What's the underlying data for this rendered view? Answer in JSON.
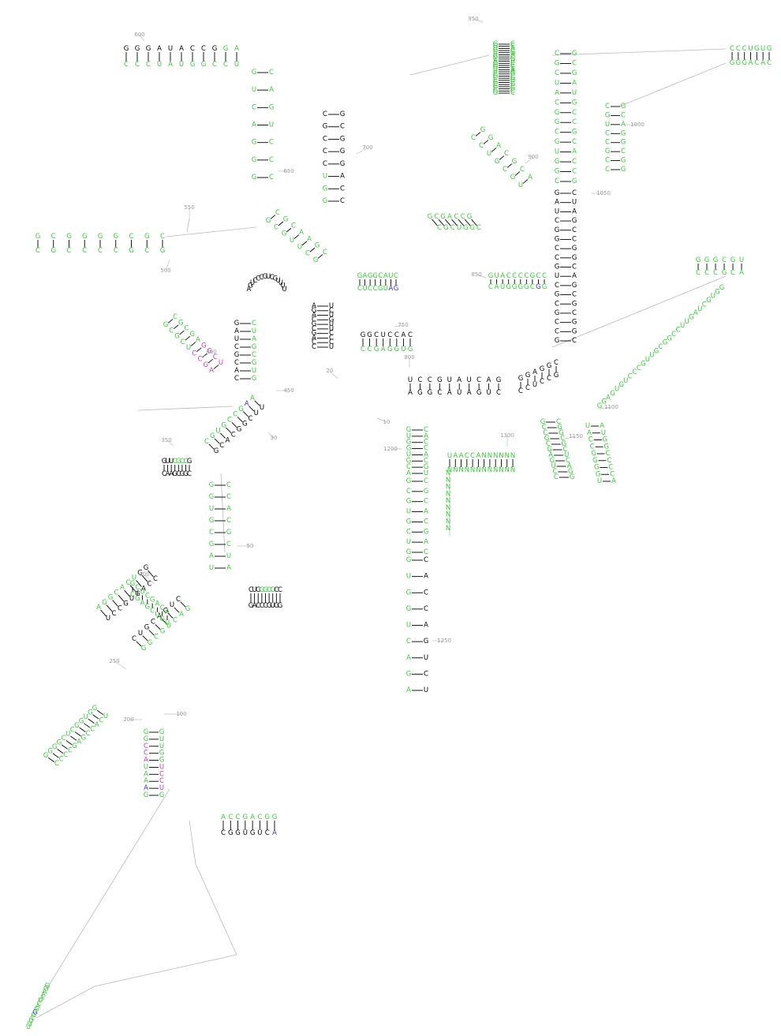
{
  "colors": {
    "default": "#000000",
    "green": "#33cc33",
    "blue": "#3333cc",
    "magenta": "#cc33cc",
    "pos_label": "#9a9a9a",
    "backbone": "#b9b9b9"
  },
  "position_labels": [
    "10",
    "20",
    "30",
    "50",
    "100",
    "200",
    "250",
    "300",
    "350",
    "400",
    "450",
    "500",
    "550",
    "600",
    "650",
    "700",
    "750",
    "800",
    "850",
    "900",
    "950",
    "1000",
    "1050",
    "1100",
    "1150",
    "1200",
    "1250",
    "1300"
  ],
  "strands": [
    {
      "id": "h1_tail_left",
      "seq": "UUUCGGGACUAAAGG",
      "colors": "gggggbggggggggg"
    },
    {
      "id": "h1_tail_right",
      "seq": "AGUCCCGUCGUUUU",
      "colors": "kkkkkkkkkkkkkk"
    },
    {
      "id": "h5_5p",
      "seq": "GGCCAUAAAG",
      "colors": "ggmmmgggbg"
    },
    {
      "id": "h5_3p",
      "seq": "GUUGGUCCUG",
      "colors": "gggggmmmmg"
    },
    {
      "id": "h7_5p",
      "seq": "ACCGACGG",
      "colors": "gggggggg"
    },
    {
      "id": "h7_3p",
      "seq": "CGGUGUCA",
      "colors": "kkkkkkkb"
    },
    {
      "id": "h8_5p",
      "seq": "GGGGCUCGGUGG",
      "colors": "gggggggggggg"
    },
    {
      "id": "h8_3p",
      "seq": "CCCCGAGCCACU",
      "colors": "gggggggggggg"
    },
    {
      "id": "h9_5p",
      "seq": "CUGCAGUC",
      "colors": "kkkkkkkk"
    },
    {
      "id": "h9_3p",
      "seq": "GGCGUCAG",
      "colors": "gggggggg"
    },
    {
      "id": "h10_5p",
      "seq": "AGGCACUGG",
      "colors": "gggggggkk"
    },
    {
      "id": "h10_3p",
      "seq": "UCCGUGACC",
      "colors": "kkkkkkkkk"
    },
    {
      "id": "h11_5p",
      "seq": "GCUCGACA",
      "colors": "gggggggg"
    },
    {
      "id": "h11_3p",
      "seq": "CGAGCUGU",
      "colors": "gggggggg"
    },
    {
      "id": "h12_5p",
      "seq": "GGUGCGAU",
      "colors": "gggggggg"
    },
    {
      "id": "h12_3p",
      "seq": "CCACGCUA",
      "colors": "gggggggg"
    },
    {
      "id": "h13_5p",
      "seq": "CUGGGCGCC",
      "colors": "kkkggggkk"
    },
    {
      "id": "h13_3p",
      "seq": "GACCCGUGG",
      "colors": "kkkkkkkkk"
    },
    {
      "id": "h14_5p",
      "seq": "GUUCGCCG",
      "colors": "kkkggggk"
    },
    {
      "id": "h14_3p",
      "seq": "CAAGCGGC",
      "colors": "kkkkkkkk"
    },
    {
      "id": "h15_5p",
      "seq": "CGUGCCGAA",
      "colors": "gggggggbg"
    },
    {
      "id": "h15_3p",
      "seq": "GCACGGCUU",
      "colors": "kkkkkkkkk"
    },
    {
      "id": "h16_5p",
      "seq": "GAUCGCAC",
      "colors": "kkkkkkkk"
    },
    {
      "id": "h16_3p",
      "seq": "CUAGCGUG",
      "colors": "gggggggg"
    },
    {
      "id": "h17_5p",
      "seq": "GCGCUCCGA",
      "colors": "gggggmmmm"
    },
    {
      "id": "h17_3p",
      "seq": "CGCGAGGCU",
      "colors": "gggggmmmm"
    },
    {
      "id": "h18_5p",
      "seq": "GCGGGGCGC",
      "colors": "ggggggggg"
    },
    {
      "id": "h18_3p",
      "seq": "CGCCCCGCG",
      "colors": "ggggggggg"
    },
    {
      "id": "h19_5p",
      "seq": "GGGAUACCGGA",
      "colors": "kkkkkkkkkgg"
    },
    {
      "id": "h19_3p",
      "seq": "CCCUAUGGCCU",
      "colors": "ggggggggggg"
    },
    {
      "id": "h20_5p",
      "seq": "GUCAGGG",
      "colors": "ggggggg"
    },
    {
      "id": "h20_3p",
      "seq": "CAGUCCC",
      "colors": "ggggggg"
    },
    {
      "id": "h21_5p",
      "seq": "CGCCCUGG",
      "colors": "kkkkkggg"
    },
    {
      "id": "h21_3p",
      "seq": "GCGGGACC",
      "colors": "kkkkkkkk"
    },
    {
      "id": "h22_5p",
      "seq": "GCGUUCG",
      "colors": "ggggggg"
    },
    {
      "id": "h22_3p",
      "seq": "CGCAAGC",
      "colors": "ggggggg"
    },
    {
      "id": "h23_5p",
      "seq": "AGACGCGACC",
      "colors": "kkkkkkkkkk"
    },
    {
      "id": "h23_3p",
      "seq": "UCUGUUCCCU",
      "colors": "kkkkkkkkkk"
    },
    {
      "id": "h24_5p",
      "seq": "GAGGCAUC",
      "colors": "gggggggg"
    },
    {
      "id": "h24_3p",
      "seq": "CUCCGUAG",
      "colors": "ggggggbb"
    },
    {
      "id": "h25_5p",
      "seq": "GGCUCCAC",
      "colors": "kkkkkkkk"
    },
    {
      "id": "h25_3p",
      "seq": "CCGAGGUG",
      "colors": "gggggggg"
    },
    {
      "id": "h26_5p",
      "seq": "UCCGUAUCAG",
      "colors": "kkkkkkkkkk"
    },
    {
      "id": "h26_3p",
      "seq": "AGGCAUAGUC",
      "colors": "kkkkkkkkkk"
    },
    {
      "id": "h27_5p",
      "seq": "GCGACCG",
      "colors": "ggggggg"
    },
    {
      "id": "h27_3p",
      "seq": "CGCUGGC",
      "colors": "ggggggg"
    },
    {
      "id": "h28_5p",
      "seq": "GUGGUGCA",
      "colors": "gggggggg"
    },
    {
      "id": "h28_3p",
      "seq": "CACCACGU",
      "colors": "gggggggg"
    },
    {
      "id": "h29_5p",
      "seq": "GCGUGCUG",
      "colors": "gggggggg"
    },
    {
      "id": "h29_3p",
      "seq": "CGCACGAC",
      "colors": "gggggggg"
    },
    {
      "id": "h30_5p",
      "seq": "GUGGUCAGA",
      "colors": "ggggggggg"
    },
    {
      "id": "h30_3p",
      "seq": "CACCAGUCU",
      "colors": "kkkkkkkkk"
    },
    {
      "id": "h31_5p",
      "seq": "GAUCGGCCGUCGCGCCG",
      "colors": "kkkkkkkkkkkkkkkkk"
    },
    {
      "id": "h31_3p",
      "seq": "CUAGCCGGCAGCGCGGC",
      "colors": "kkkkkkkkkkkkkkkkk"
    },
    {
      "id": "h32_5p",
      "seq": "CGCUACGGCGUGGC",
      "colors": "gggggggggggggg"
    },
    {
      "id": "h32_3p",
      "seq": "GCGAUGCCGCACCG",
      "colors": "gggggggggggggg"
    },
    {
      "id": "h33_5p",
      "seq": "GGUGCUGCAGGGUUCGCCGCGCGG",
      "colors": "gggggggggggggggggggggggg"
    },
    {
      "id": "h33_3p",
      "seq": "CCACGACGUCCCAAGCGGCGCGCC",
      "colors": "gggggggggggggggggggggggg"
    },
    {
      "id": "h34_5p",
      "seq": "CGUCCGCC",
      "colors": "gggggggg"
    },
    {
      "id": "h34_3p",
      "seq": "GCAGGCGG",
      "colors": "gggggggg"
    },
    {
      "id": "h35_5p",
      "seq": "CCUGCGU",
      "colors": "ggggggg"
    },
    {
      "id": "h35_3p",
      "seq": "GGACGCA",
      "colors": "ggggggg"
    },
    {
      "id": "h36_5p",
      "seq": "GUACCCCGCC",
      "colors": "gggggggggg"
    },
    {
      "id": "h36_3p",
      "seq": "CAUGGGGCGG",
      "colors": "ggggggggbg"
    },
    {
      "id": "h37_5p",
      "seq": "GGGCGU",
      "colors": "gggggg"
    },
    {
      "id": "h37_3p",
      "seq": "CCCGCA",
      "colors": "gggggg"
    },
    {
      "id": "h38_5p",
      "seq": "GGAGGC",
      "colors": "kkkkkk"
    },
    {
      "id": "h38_3p",
      "seq": "CCUCCG",
      "colors": "kkkkkk"
    },
    {
      "id": "h39_5p",
      "seq": "CCCUGUG",
      "colors": "ggggggg"
    },
    {
      "id": "h39_3p",
      "seq": "GGGACAC",
      "colors": "ggggggg"
    },
    {
      "id": "h40_5p",
      "seq": "UAACCANNNNNN",
      "colors": "gggggggggggg"
    },
    {
      "id": "h40_3p",
      "seq": "NNNNNNNNNNNN",
      "colors": "gggggggggggg"
    },
    {
      "id": "h41_5p",
      "seq": "GCCGCGAGUCC",
      "colors": "ggggggggggg"
    },
    {
      "id": "h41_3p",
      "seq": "CGGCGCUCAGG",
      "colors": "ggggggggggg"
    },
    {
      "id": "h42_5p",
      "seq": "UACCGGGGU",
      "colors": "ggggggggg"
    },
    {
      "id": "h42_3p",
      "seq": "AUGGCCCCA",
      "colors": "ggggggggg"
    },
    {
      "id": "loop_tail",
      "seq": "GGAGUGUCCCGUUGCGGCCUUGAUCGUGG",
      "colors": "ggggggggggggggggggggggggggggg"
    },
    {
      "id": "single_N",
      "seq": "NNNNNNNNN",
      "colors": "ggggggggg"
    }
  ]
}
